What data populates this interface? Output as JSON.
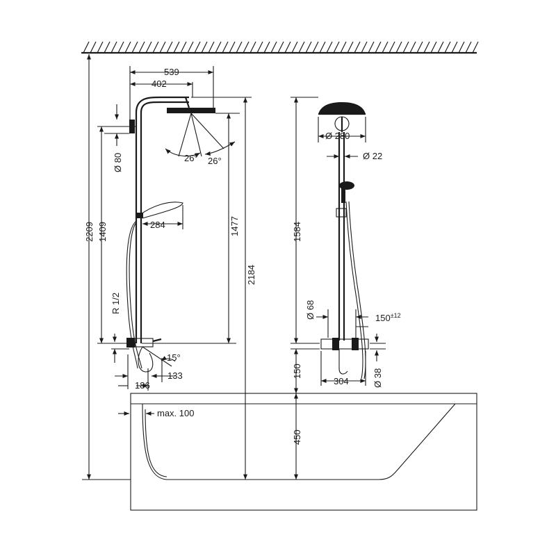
{
  "dimensions": {
    "d539": "539",
    "d402": "402",
    "d80": "Ø 80",
    "d26a": "26°",
    "d26b": "26°",
    "d284": "284",
    "d1477": "1477",
    "d2184": "2184",
    "d2209": "2209",
    "d1409": "1409",
    "dR12": "R 1/2",
    "d15": "15°",
    "d186": "186",
    "d133": "133",
    "dmax100": "max. 100",
    "d280": "Ø 280",
    "d22": "Ø 22",
    "d1584": "1584",
    "d68": "Ø 68",
    "d150tol": "150",
    "d150tol_sup": "±12",
    "d150": "150",
    "d304": "304",
    "d38": "Ø 38",
    "d450": "450"
  },
  "colors": {
    "line": "#1a1a1a",
    "background": "#ffffff"
  }
}
